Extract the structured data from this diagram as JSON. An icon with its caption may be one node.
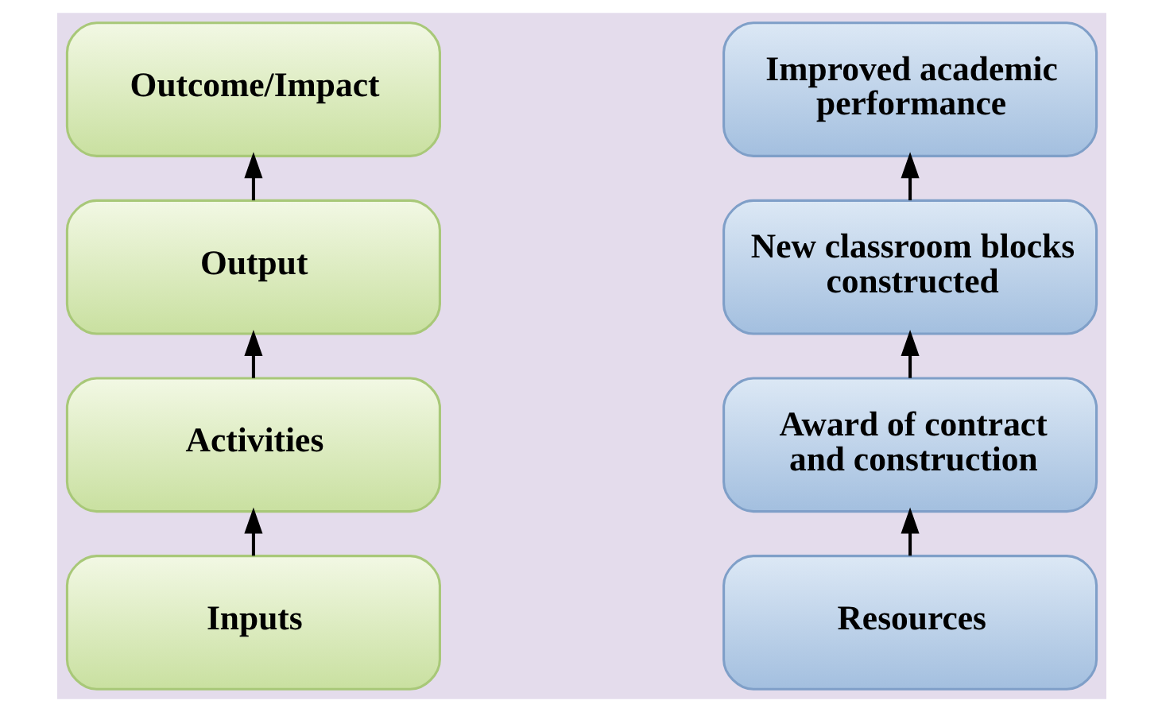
{
  "diagram": {
    "nodes": [
      {
        "text": [
          "Outcome/Impact"
        ]
      },
      {
        "text": [
          "Output"
        ]
      },
      {
        "text": [
          "Activities"
        ]
      },
      {
        "text": [
          "Inputs"
        ]
      },
      {
        "text": [
          "Improved academic performance"
        ]
      },
      {
        "text": [
          "New classroom blocks constructed"
        ]
      },
      {
        "text": [
          "Award of contract and construction"
        ]
      },
      {
        "text": [
          "Resources"
        ]
      }
    ],
    "edges": [
      {
        "from": 3,
        "to": 2,
        "arrow": "to"
      },
      {
        "from": 2,
        "to": 1,
        "arrow": "to"
      },
      {
        "from": 1,
        "to": 0,
        "arrow": "to"
      },
      {
        "from": 7,
        "to": 6,
        "arrow": "to"
      },
      {
        "from": 6,
        "to": 5,
        "arrow": "to"
      },
      {
        "from": 5,
        "to": 4,
        "arrow": "to"
      }
    ]
  }
}
